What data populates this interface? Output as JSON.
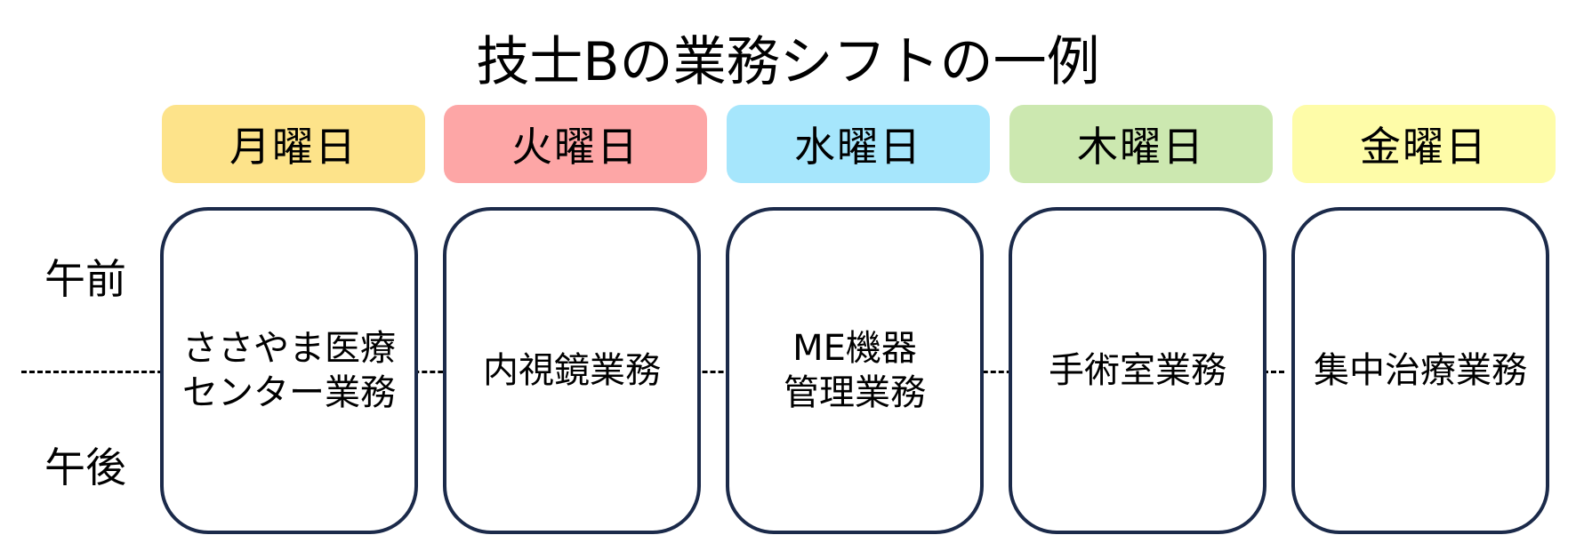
{
  "title": "技士Bの業務シフトの一例",
  "time_labels": {
    "morning": "午前",
    "afternoon": "午後"
  },
  "days": [
    {
      "label": "月曜日",
      "color": "#fde38a",
      "task_lines": [
        "ささやま医療",
        "センター業務"
      ]
    },
    {
      "label": "火曜日",
      "color": "#fda6a6",
      "task_lines": [
        "内視鏡業務"
      ]
    },
    {
      "label": "水曜日",
      "color": "#a6e6fc",
      "task_lines": [
        "ME機器",
        "管理業務"
      ]
    },
    {
      "label": "木曜日",
      "color": "#cce8b0",
      "task_lines": [
        "手術室業務"
      ]
    },
    {
      "label": "金曜日",
      "color": "#fefca8",
      "task_lines": [
        "集中治療業務"
      ]
    }
  ],
  "colors": {
    "box_border": "#1b2a4a"
  }
}
